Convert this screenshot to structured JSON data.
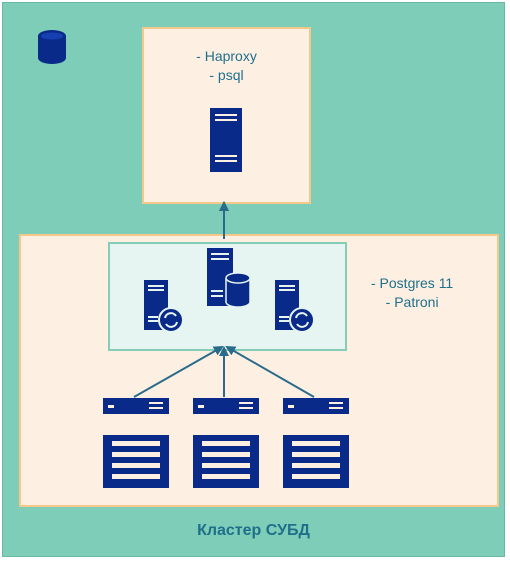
{
  "cluster": {
    "label": "Кластер СУБД"
  },
  "top_box": {
    "line1": "- Haproxy",
    "line2": "- psql"
  },
  "big_box": {
    "line1": "- Postgres 11",
    "line2": "- Patroni"
  },
  "icons": {
    "cluster": "database-icon",
    "proxy": "server-icon",
    "primary": "database-server-icon",
    "replicas": [
      "replica-server-icon",
      "replica-server-icon"
    ],
    "hosts": [
      "rack-server-icon",
      "rack-server-icon",
      "rack-server-icon"
    ]
  },
  "colors": {
    "cluster_bg": "#7ecdb8",
    "box_bg": "#fdf0e2",
    "box_border": "#f5c88a",
    "inner_bg": "#e6f5f1",
    "icon": "#0a2a8a",
    "text": "#1f6f8b",
    "arrow": "#2a6b8c"
  }
}
